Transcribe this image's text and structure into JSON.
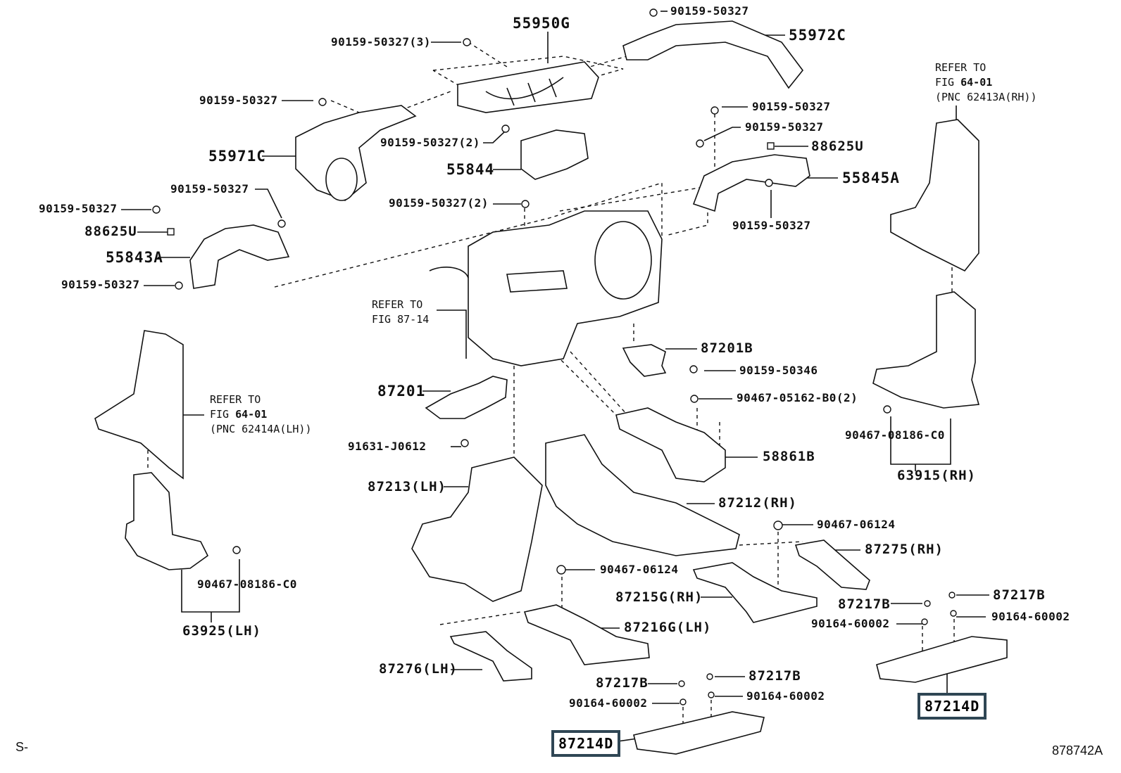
{
  "diagram": {
    "figure_id": "878742A",
    "corner_mark": "S-",
    "references": [
      {
        "id": "ref-rh",
        "line1": "REFER TO",
        "line2_prefix": "FIG ",
        "line2_bold": "64-01",
        "line3": "(PNC 62413A(RH))"
      },
      {
        "id": "ref-heater",
        "line1": "REFER TO",
        "line2_prefix": "FIG ",
        "line2_bold": "87-14",
        "line3": ""
      },
      {
        "id": "ref-lh",
        "line1": "REFER TO",
        "line2_prefix": "FIG ",
        "line2_bold": "64-01",
        "line3": "(PNC 62414A(LH))"
      }
    ],
    "labels": [
      {
        "id": "55950G",
        "text": "55950G",
        "size": "lg"
      },
      {
        "id": "bolt-top-right",
        "text": "90159-50327",
        "size": "sm"
      },
      {
        "id": "55972C",
        "text": "55972C",
        "size": "lg"
      },
      {
        "id": "bolt-3",
        "text": "90159-50327(3)",
        "size": "sm"
      },
      {
        "id": "bolt-left-duct",
        "text": "90159-50327",
        "size": "sm"
      },
      {
        "id": "55971C",
        "text": "55971C",
        "size": "lg"
      },
      {
        "id": "bolt-55844-top",
        "text": "90159-50327(2)",
        "size": "sm"
      },
      {
        "id": "55844",
        "text": "55844",
        "size": "lg"
      },
      {
        "id": "bolt-55844-bottom",
        "text": "90159-50327(2)",
        "size": "sm"
      },
      {
        "id": "bolt-rh-1",
        "text": "90159-50327",
        "size": "sm"
      },
      {
        "id": "bolt-rh-2",
        "text": "90159-50327",
        "size": "sm"
      },
      {
        "id": "88625U-rh",
        "text": "88625U",
        "size": "md"
      },
      {
        "id": "55845A",
        "text": "55845A",
        "size": "lg"
      },
      {
        "id": "bolt-rh-3",
        "text": "90159-50327",
        "size": "sm"
      },
      {
        "id": "bolt-lh-top",
        "text": "90159-50327",
        "size": "sm"
      },
      {
        "id": "bolt-lh-2",
        "text": "90159-50327",
        "size": "sm"
      },
      {
        "id": "88625U-lh",
        "text": "88625U",
        "size": "md"
      },
      {
        "id": "55843A",
        "text": "55843A",
        "size": "lg"
      },
      {
        "id": "bolt-lh-bottom",
        "text": "90159-50327",
        "size": "sm"
      },
      {
        "id": "87201B",
        "text": "87201B",
        "size": "md"
      },
      {
        "id": "90159-50346",
        "text": "90159-50346",
        "size": "sm"
      },
      {
        "id": "87201",
        "text": "87201",
        "size": "lg"
      },
      {
        "id": "90467-05162-B0",
        "text": "90467-05162-B0(2)",
        "size": "sm"
      },
      {
        "id": "91631-J0612",
        "text": "91631-J0612",
        "size": "sm"
      },
      {
        "id": "58861B",
        "text": "58861B",
        "size": "md"
      },
      {
        "id": "90467-08186-C0-rh",
        "text": "90467-08186-C0",
        "size": "sm"
      },
      {
        "id": "63915",
        "text": "63915(RH)",
        "size": "md"
      },
      {
        "id": "87213",
        "text": "87213(LH)",
        "size": "md"
      },
      {
        "id": "87212",
        "text": "87212(RH)",
        "size": "md"
      },
      {
        "id": "90467-06124-rh",
        "text": "90467-06124",
        "size": "sm"
      },
      {
        "id": "87275",
        "text": "87275(RH)",
        "size": "md"
      },
      {
        "id": "90467-06124-lh",
        "text": "90467-06124",
        "size": "sm"
      },
      {
        "id": "87215G",
        "text": "87215G(RH)",
        "size": "md"
      },
      {
        "id": "87217B-r1",
        "text": "87217B",
        "size": "md"
      },
      {
        "id": "87217B-r2",
        "text": "87217B",
        "size": "md"
      },
      {
        "id": "90164-60002-r1",
        "text": "90164-60002",
        "size": "sm"
      },
      {
        "id": "90164-60002-r2",
        "text": "90164-60002",
        "size": "sm"
      },
      {
        "id": "90467-08186-C0-lh",
        "text": "90467-08186-C0",
        "size": "sm"
      },
      {
        "id": "63925",
        "text": "63925(LH)",
        "size": "md"
      },
      {
        "id": "87216G",
        "text": "87216G(LH)",
        "size": "md"
      },
      {
        "id": "87276",
        "text": "87276(LH)",
        "size": "md"
      },
      {
        "id": "87217B-l1",
        "text": "87217B",
        "size": "md"
      },
      {
        "id": "87217B-l2",
        "text": "87217B",
        "size": "md"
      },
      {
        "id": "90164-60002-l1",
        "text": "90164-60002",
        "size": "sm"
      },
      {
        "id": "90164-60002-l2",
        "text": "90164-60002",
        "size": "sm"
      }
    ],
    "highlighted": [
      {
        "id": "87214D-rh",
        "text": "87214D"
      },
      {
        "id": "87214D-lh",
        "text": "87214D"
      }
    ],
    "highlight_color": "#2f4654"
  }
}
